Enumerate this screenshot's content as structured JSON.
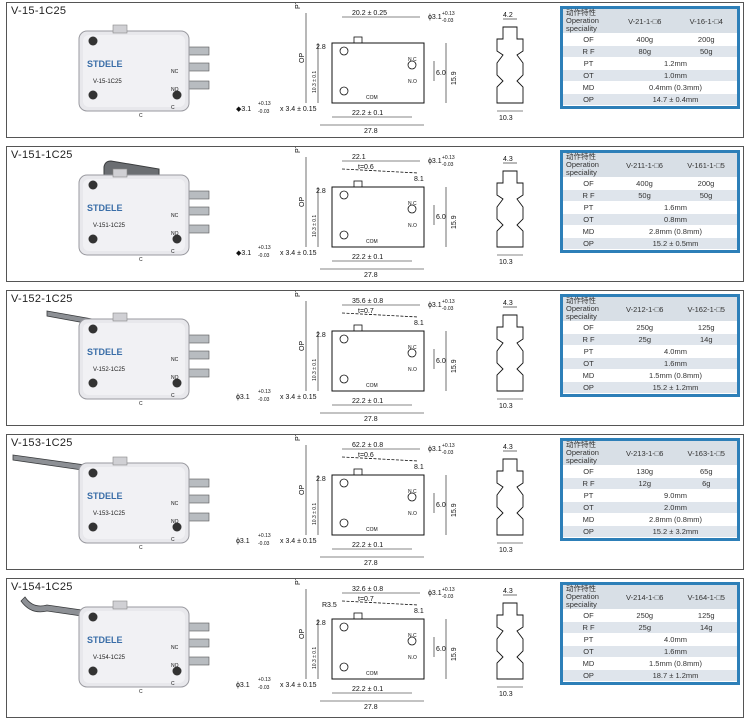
{
  "brand": "STDELE",
  "headers": {
    "char_cn": "动作特性",
    "char_en1": "Operation",
    "char_en2": "speciality"
  },
  "labels": {
    "op": "OP",
    "pt": "PT",
    "com": "COM",
    "nc": "N.C",
    "no": "N.O",
    "nc_short": "NC",
    "no_short": "NO",
    "c": "C",
    "c2": "C"
  },
  "colors": {
    "table_border": "#2d7fb8",
    "row_shade": "#dfe5ec",
    "header_shade": "#d8dfe6",
    "logo": "#3a6ea8"
  },
  "sections": [
    {
      "model": "V-15-1C25",
      "body_label": "V-15-1C25",
      "top_dim": "20.2 ± 0.25",
      "t_dim": "",
      "r_dim": "",
      "hole_dim": "ϕ3.1",
      "hole_tol1": "+0.13",
      "hole_tol2": "-0.03",
      "slot_dim": "x 3.4 ± 0.15",
      "slot_prefix": "◆3.1",
      "d28": "2.8",
      "d103": "10.3 ± 0.1",
      "d60": "6.0",
      "d159": "15.9",
      "d222": "22.2 ± 0.1",
      "d278": "27.8",
      "d81": "",
      "side_w": "4.2",
      "side_b": "10.3",
      "col1": "V-21-1-□6",
      "col2": "V-16-1-□4",
      "rows": [
        {
          "k": "OF",
          "a": "400g",
          "b": "200g"
        },
        {
          "k": "R F",
          "a": "80g",
          "b": "50g"
        },
        {
          "k": "PT",
          "v": "1.2mm"
        },
        {
          "k": "OT",
          "v": "1.0mm"
        },
        {
          "k": "MD",
          "v": "0.4mm (0.3mm)"
        },
        {
          "k": "OP",
          "v": "14.7 ± 0.4mm"
        }
      ]
    },
    {
      "model": "V-151-1C25",
      "body_label": "V-151-1C25",
      "top_dim": "22.1",
      "t_dim": "t=0.6",
      "r_dim": "",
      "hole_dim": "ϕ3.1",
      "hole_tol1": "+0.13",
      "hole_tol2": "-0.03",
      "slot_dim": "x 3.4 ± 0.15",
      "slot_prefix": "◆3.1",
      "d28": "2.8",
      "d103": "10.3 ± 0.1",
      "d60": "6.0",
      "d159": "15.9",
      "d222": "22.2 ± 0.1",
      "d278": "27.8",
      "d81": "8.1",
      "side_w": "4.3",
      "side_b": "10.3",
      "col1": "V-211-1-□6",
      "col2": "V-161-1-□5",
      "rows": [
        {
          "k": "OF",
          "a": "400g",
          "b": "200g"
        },
        {
          "k": "R F",
          "a": "50g",
          "b": "50g"
        },
        {
          "k": "PT",
          "v": "1.6mm"
        },
        {
          "k": "OT",
          "v": "0.8mm"
        },
        {
          "k": "MD",
          "v": "2.8mm (0.8mm)"
        },
        {
          "k": "OP",
          "v": "15.2 ± 0.5mm"
        }
      ]
    },
    {
      "model": "V-152-1C25",
      "body_label": "V-152-1C25",
      "top_dim": "35.6 ± 0.8",
      "t_dim": "t=0.7",
      "r_dim": "",
      "hole_dim": "ϕ3.1",
      "hole_tol1": "+0.13",
      "hole_tol2": "-0.03",
      "slot_dim": "x 3.4 ± 0.15",
      "slot_prefix": "ϕ3.1",
      "d28": "2.8",
      "d103": "10.3 ± 0.1",
      "d60": "6.0",
      "d159": "15.9",
      "d222": "22.2 ± 0.1",
      "d278": "27.8",
      "d81": "8.1",
      "side_w": "4.3",
      "side_b": "10.3",
      "col1": "V-212-1-□6",
      "col2": "V-162-1-□5",
      "rows": [
        {
          "k": "OF",
          "a": "250g",
          "b": "125g"
        },
        {
          "k": "R F",
          "a": "25g",
          "b": "14g"
        },
        {
          "k": "PT",
          "v": "4.0mm"
        },
        {
          "k": "OT",
          "v": "1.6mm"
        },
        {
          "k": "MD",
          "v": "1.5mm (0.8mm)"
        },
        {
          "k": "OP",
          "v": "15.2 ± 1.2mm"
        }
      ]
    },
    {
      "model": "V-153-1C25",
      "body_label": "V-153-1C25",
      "top_dim": "62.2 ± 0.8",
      "t_dim": "t=0.6",
      "r_dim": "",
      "hole_dim": "ϕ3.1",
      "hole_tol1": "+0.13",
      "hole_tol2": "-0.03",
      "slot_dim": "x 3.4 ± 0.15",
      "slot_prefix": "ϕ3.1",
      "d28": "2.8",
      "d103": "10.3 ± 0.1",
      "d60": "6.0",
      "d159": "15.9",
      "d222": "22.2 ± 0.1",
      "d278": "27.8",
      "d81": "8.1",
      "side_w": "4.3",
      "side_b": "10.3",
      "col1": "V-213-1-□6",
      "col2": "V-163-1-□5",
      "rows": [
        {
          "k": "OF",
          "a": "130g",
          "b": "65g"
        },
        {
          "k": "R F",
          "a": "12g",
          "b": "6g"
        },
        {
          "k": "PT",
          "v": "9.0mm"
        },
        {
          "k": "OT",
          "v": "2.0mm"
        },
        {
          "k": "MD",
          "v": "2.8mm (0.8mm)"
        },
        {
          "k": "OP",
          "v": "15.2 ± 3.2mm"
        }
      ]
    },
    {
      "model": "V-154-1C25",
      "body_label": "V-154-1C25",
      "top_dim": "32.6 ± 0.8",
      "t_dim": "t=0.7",
      "r_dim": "R3.5",
      "hole_dim": "ϕ3.1",
      "hole_tol1": "+0.13",
      "hole_tol2": "-0.03",
      "slot_dim": "x 3.4 ± 0.15",
      "slot_prefix": "ϕ3.1",
      "d28": "2.8",
      "d103": "10.3 ± 0.1",
      "d60": "6.0",
      "d159": "15.9",
      "d222": "22.2 ± 0.1",
      "d278": "27.8",
      "d81": "8.1",
      "side_w": "4.3",
      "side_b": "10.3",
      "col1": "V-214-1-□6",
      "col2": "V-164-1-□5",
      "rows": [
        {
          "k": "OF",
          "a": "250g",
          "b": "125g"
        },
        {
          "k": "R F",
          "a": "25g",
          "b": "14g"
        },
        {
          "k": "PT",
          "v": "4.0mm"
        },
        {
          "k": "OT",
          "v": "1.6mm"
        },
        {
          "k": "MD",
          "v": "1.5mm (0.8mm)"
        },
        {
          "k": "OP",
          "v": "18.7 ± 1.2mm"
        }
      ]
    }
  ]
}
